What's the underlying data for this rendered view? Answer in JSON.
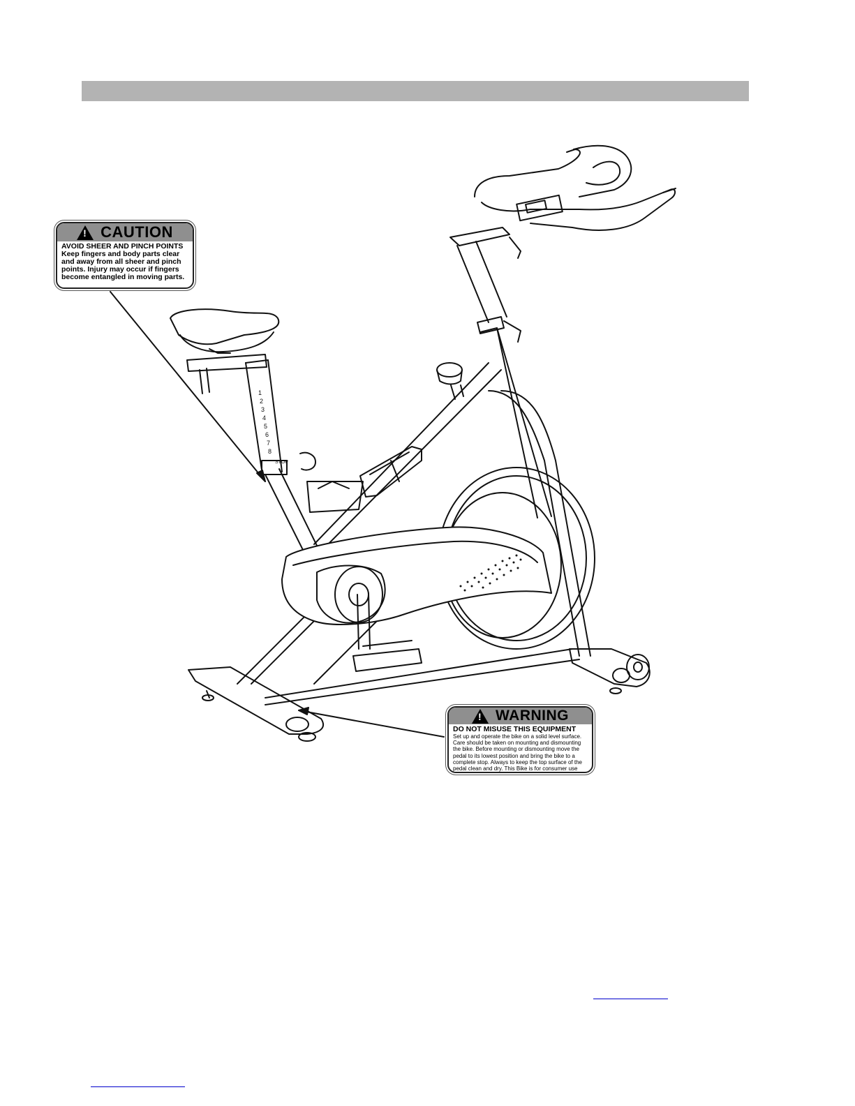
{
  "caution_label": {
    "title": "CAUTION",
    "subtitle": "AVOID SHEER AND PINCH POINTS",
    "body": "Keep fingers and body parts clear and away from all sheer and pinch points. Injury may occur if fingers become entangled in moving parts."
  },
  "warning_label": {
    "title": "WARNING",
    "subtitle": "DO NOT MISUSE THIS EQUIPMENT",
    "body": "Set up and operate the bike on a solid level surface. Care should be taken on mounting and dismounting the bike. Before mounting or dismounting move the pedal to its lowest position and bring the bike to a complete stop. Always to keep the top surface of the pedal clean and dry. This Bike is for consumer use only."
  },
  "seat_post_scale": [
    "1",
    "2",
    "3",
    "4",
    "5",
    "6",
    "7",
    "8"
  ],
  "seat_post_stop": "STOP",
  "colors": {
    "header_bar": "#b3b3b3",
    "label_header": "#8f8f8f",
    "link": "#0000cc"
  }
}
